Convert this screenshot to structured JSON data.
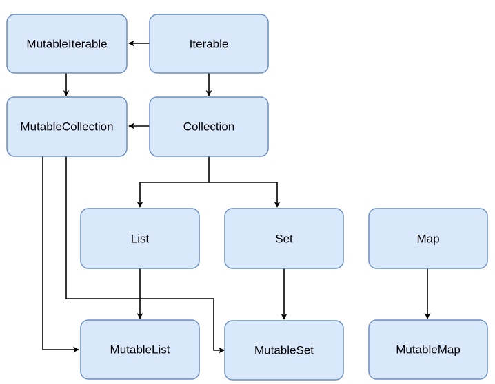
{
  "colors": {
    "node_fill": "#dae8fc",
    "node_stroke": "#6c8ebf",
    "edge": "#000000",
    "text": "#000000"
  },
  "nodes": {
    "mutable_iterable": "MutableIterable",
    "iterable": "Iterable",
    "mutable_collection": "MutableCollection",
    "collection": "Collection",
    "list": "List",
    "set": "Set",
    "map": "Map",
    "mutable_list": "MutableList",
    "mutable_set": "MutableSet",
    "mutable_map": "MutableMap"
  },
  "edges": [
    {
      "from": "iterable",
      "to": "mutable_iterable"
    },
    {
      "from": "mutable_iterable",
      "to": "mutable_collection"
    },
    {
      "from": "iterable",
      "to": "collection"
    },
    {
      "from": "collection",
      "to": "mutable_collection"
    },
    {
      "from": "collection",
      "to": "list"
    },
    {
      "from": "collection",
      "to": "set"
    },
    {
      "from": "mutable_collection",
      "to": "mutable_list"
    },
    {
      "from": "mutable_collection",
      "to": "mutable_set"
    },
    {
      "from": "list",
      "to": "mutable_list"
    },
    {
      "from": "set",
      "to": "mutable_set"
    },
    {
      "from": "map",
      "to": "mutable_map"
    }
  ]
}
